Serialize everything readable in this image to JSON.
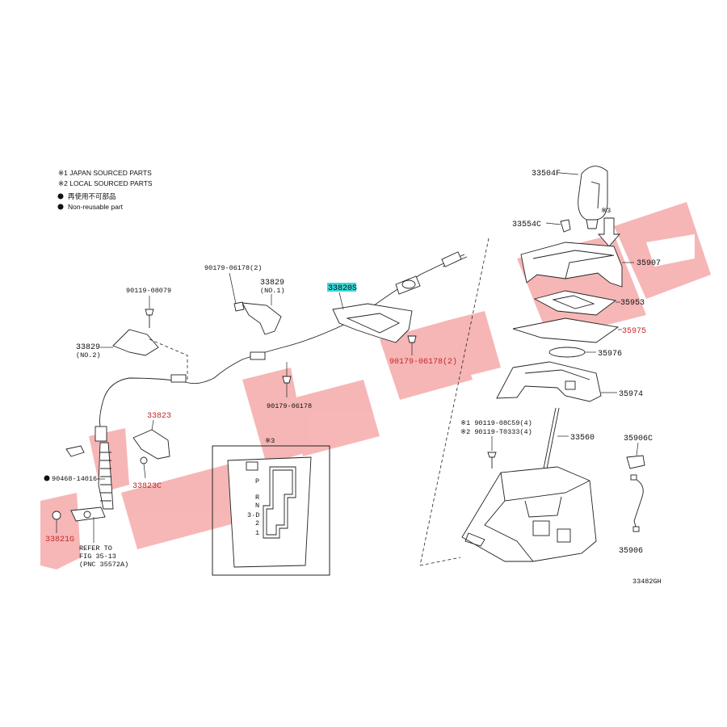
{
  "legend": {
    "note1": "※1 JAPAN SOURCED PARTS",
    "note2": "※2 LOCAL SOURCED PARTS",
    "note3": "再使用不可部品",
    "note4": "Non-reusable part"
  },
  "parts": {
    "p33504F": "33504F",
    "p33554C": "33554C",
    "p35907": "35907",
    "p35953": "35953",
    "p35975": "35975",
    "p35976": "35976",
    "p35974": "35974",
    "p33560": "33560",
    "p35906C": "35906C",
    "p35906": "35906",
    "bolt1": "※1 90119-08C59(4)",
    "bolt2": "※2 90119-T0333(4)",
    "p90179_a": "90179-06178(2)",
    "p33829_no1": "33829",
    "p33829_no1_sub": "(NO.1)",
    "p33820": "33820S",
    "p90119": "90119-08079",
    "p33829_no2": "33829",
    "p33829_no2_sub": "(NO.2)",
    "p90179_b": "90179-06178(2)",
    "p90179_c": "90179-06178",
    "p33823": "33823",
    "p33823C": "33823C",
    "p90468": "90468-14016",
    "p33821G": "33821G",
    "refer1": "REFER TO",
    "refer2": "FIG 35-13",
    "refer3": "(PNC 35572A)",
    "inset_mark": "※3",
    "arrow_mark": "※3",
    "gate_labels": [
      "P",
      "R",
      "N",
      "3·D",
      "2",
      "1"
    ],
    "diagram_id": "33482GH"
  },
  "colors": {
    "watermark": "#f07b7b",
    "highlight": "#38d8d8",
    "red_label": "#c62828"
  }
}
